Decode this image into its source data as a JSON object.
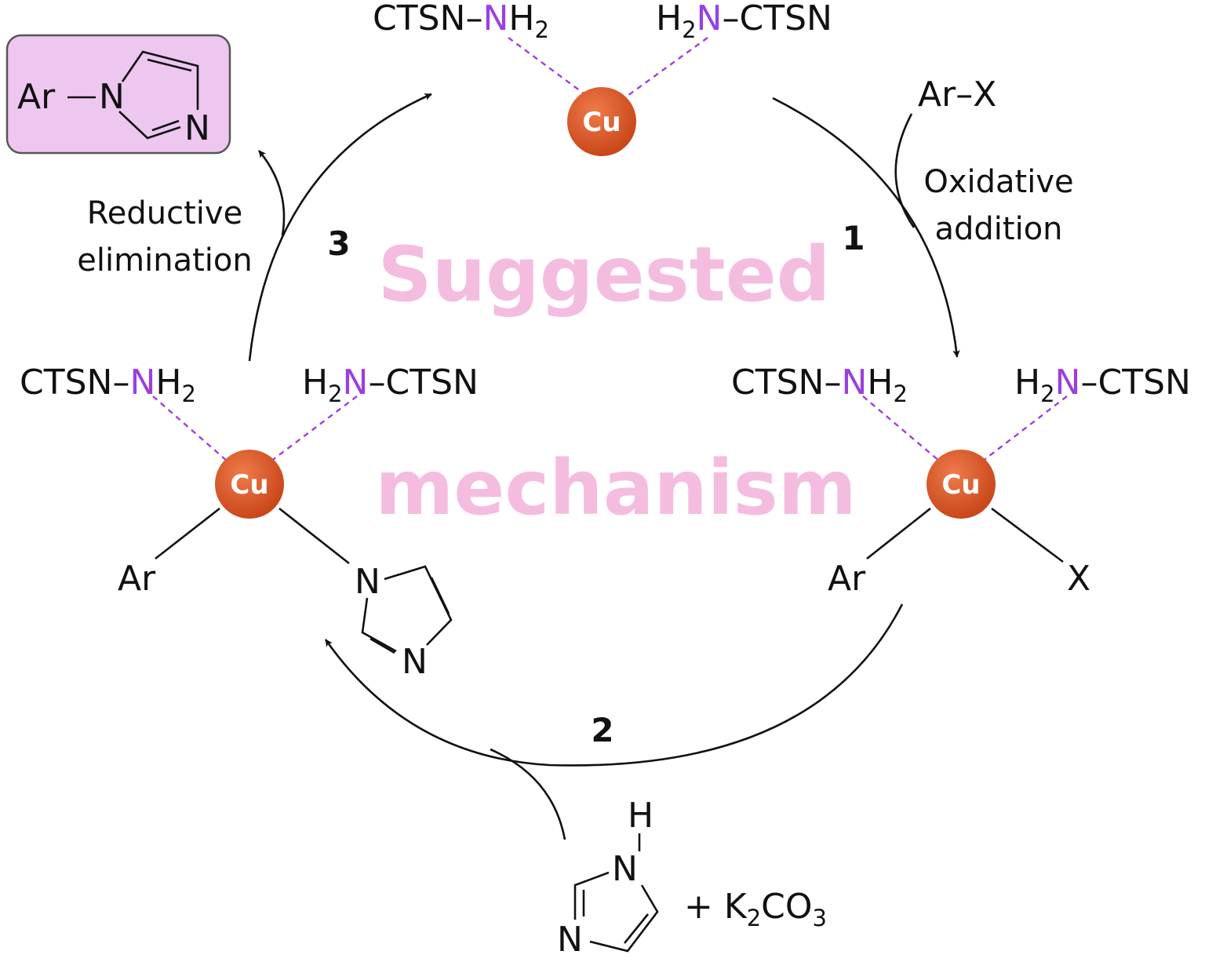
{
  "watermark": {
    "line1": "Suggested",
    "line2": "mechanism"
  },
  "metal": "Cu",
  "ligand": {
    "left": "CTSN–",
    "n": "N",
    "h": "H",
    "two": "2",
    "right_prefix_h": "H",
    "right_suffix": "–CTSN"
  },
  "aryl": "Ar",
  "halide": "X",
  "reagent_arx": "Ar–X",
  "product": {
    "ar": "Ar",
    "n1": "N",
    "n3": "N"
  },
  "imidazolyl": {
    "n1": "N",
    "n3": "N"
  },
  "imidazole": {
    "h": "H",
    "n1": "N",
    "n3": "N"
  },
  "base": {
    "plus": "+ K",
    "sub2": "2",
    "co": "CO",
    "sub3": "3"
  },
  "steps": {
    "s1": {
      "number": "1",
      "label_line1": "Oxidative",
      "label_line2": "addition"
    },
    "s2": {
      "number": "2"
    },
    "s3": {
      "number": "3",
      "label_line1": "Reductive",
      "label_line2": "elimination"
    }
  },
  "colors": {
    "copper": "#d9541f",
    "nitrogen": "#9b3fe0",
    "product_box": "#edc7f0",
    "watermark": "#f4bde0"
  }
}
